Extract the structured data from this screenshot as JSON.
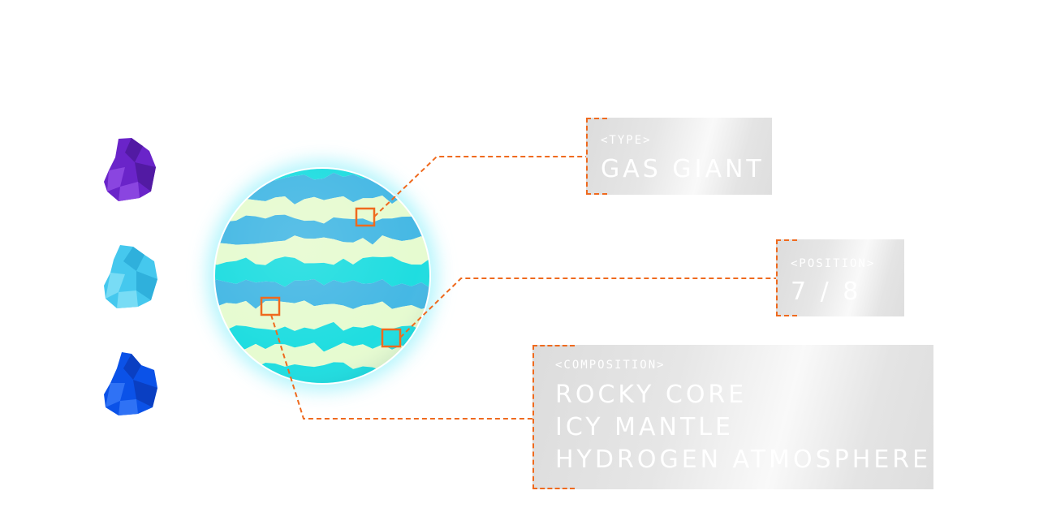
{
  "selectors": [
    {
      "name": "planet-option-1",
      "color": "#6a24c9",
      "shade": "#521aa3",
      "light": "#8a45e0"
    },
    {
      "name": "planet-option-2",
      "color": "#45c8ee",
      "shade": "#2fb0dc",
      "light": "#78dcf5"
    },
    {
      "name": "planet-option-3",
      "color": "#0b52e8",
      "shade": "#0a3fc2",
      "light": "#2f72f5"
    }
  ],
  "planet": {
    "band_colors": [
      "#45b8e4",
      "#e6fbd0",
      "#1fdde0"
    ],
    "glow_color": "#8cf0fa",
    "marker_color": "#ef6a1e"
  },
  "panels": {
    "type": {
      "label": "<TYPE>",
      "value": "GAS GIANT"
    },
    "position": {
      "label": "<POSITION>",
      "value": "7 / 8"
    },
    "composition": {
      "label": "<COMPOSITION>",
      "lines": [
        "ROCKY CORE",
        "ICY MANTLE",
        "HYDROGEN ATMOSPHERE"
      ]
    }
  }
}
